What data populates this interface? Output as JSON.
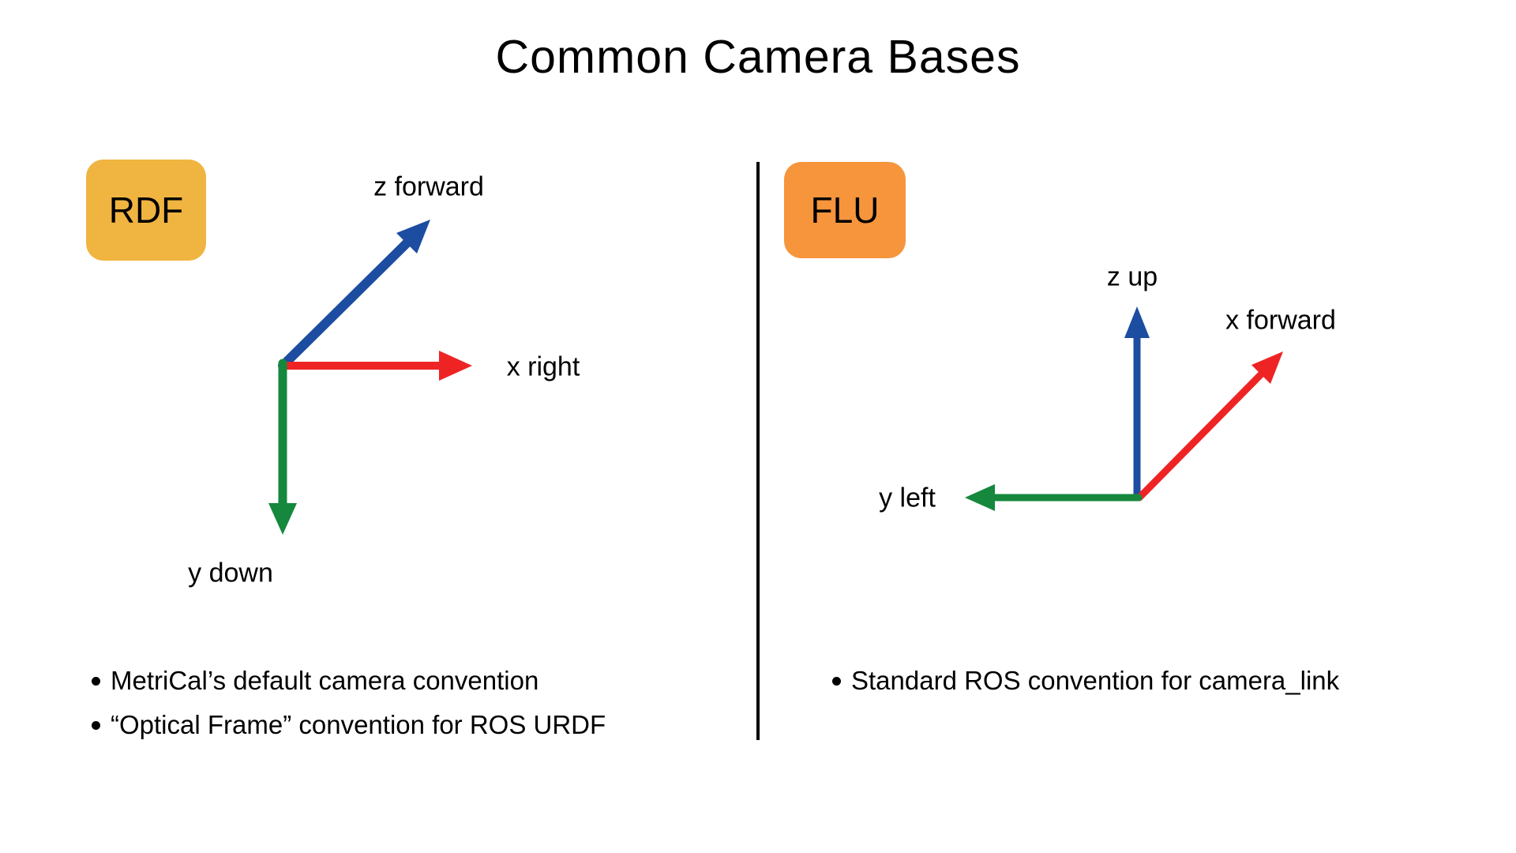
{
  "title": "Common Camera Bases",
  "colors": {
    "rdf_badge": "#F0B441",
    "flu_badge": "#F6953C",
    "axis_red": "#EE2424",
    "axis_green": "#15883E",
    "axis_blue": "#1C4DA1",
    "divider": "#000000"
  },
  "left_panel": {
    "badge_label": "RDF",
    "axes": {
      "z": {
        "label": "z forward"
      },
      "x": {
        "label": "x right"
      },
      "y": {
        "label": "y down"
      }
    },
    "bullets": [
      "MetriCal’s default camera convention",
      "“Optical Frame” convention for ROS URDF"
    ]
  },
  "right_panel": {
    "badge_label": "FLU",
    "axes": {
      "z": {
        "label": "z up"
      },
      "x": {
        "label": "x forward"
      },
      "y": {
        "label": "y left"
      }
    },
    "bullets": [
      "Standard ROS convention for camera_link"
    ]
  }
}
